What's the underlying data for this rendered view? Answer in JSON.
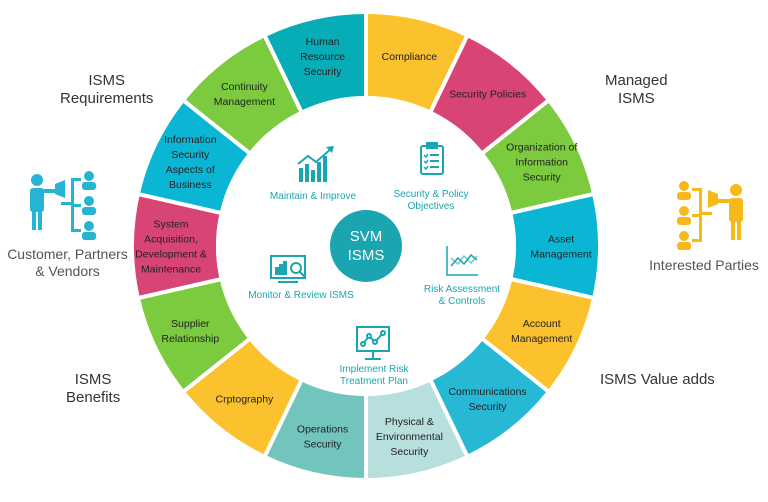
{
  "center": {
    "line1": "SVM",
    "line2": "ISMS"
  },
  "corners": {
    "top_left": [
      "ISMS",
      "Requirements"
    ],
    "top_right": [
      "Managed",
      "ISMS"
    ],
    "bottom_left": [
      "ISMS",
      "Benefits"
    ],
    "bottom_right": [
      "ISMS Value adds"
    ]
  },
  "side_left": {
    "label": [
      "Customer, Partners",
      "& Vendors"
    ],
    "icon": "presenter-team-icon",
    "color": "#25b4d4"
  },
  "side_right": {
    "label": [
      "Interested Parties"
    ],
    "icon": "presenter-team-icon",
    "color": "#f7b918"
  },
  "segments": [
    {
      "lines": [
        "Compliance"
      ],
      "color": "#fbc22d"
    },
    {
      "lines": [
        "Security Policies"
      ],
      "color": "#d84575"
    },
    {
      "lines": [
        "Organization of",
        "Information",
        "Security"
      ],
      "color": "#7ccb3f"
    },
    {
      "lines": [
        "Asset",
        "Management"
      ],
      "color": "#0bb6d4"
    },
    {
      "lines": [
        "Account",
        "Management"
      ],
      "color": "#fbc22d"
    },
    {
      "lines": [
        "Communications",
        "Security"
      ],
      "color": "#27b8d6"
    },
    {
      "lines": [
        "Physical &",
        "Environmental",
        "Security"
      ],
      "color": "#b6dfdd"
    },
    {
      "lines": [
        "Operations",
        "Security"
      ],
      "color": "#72c5bd"
    },
    {
      "lines": [
        "Crptography"
      ],
      "color": "#fbc22d"
    },
    {
      "lines": [
        "Supplier",
        "Relationship"
      ],
      "color": "#7ccb3f"
    },
    {
      "lines": [
        "System",
        "Acquisition,",
        "Development &",
        "Maintenance"
      ],
      "color": "#d84575"
    },
    {
      "lines": [
        "Information",
        "Security",
        "Aspects of",
        "Business"
      ],
      "color": "#0bb6d4"
    },
    {
      "lines": [
        "Continuity",
        "Management"
      ],
      "color": "#7ccb3f"
    },
    {
      "lines": [
        "Human",
        "Resource",
        "Security"
      ],
      "color": "#06adb6"
    }
  ],
  "inner_steps": [
    {
      "lines": [
        "Maintain & Improve"
      ],
      "icon": "growth-chart-icon"
    },
    {
      "lines": [
        "Security & Policy",
        "Objectives"
      ],
      "icon": "clipboard-checklist-icon"
    },
    {
      "lines": [
        "Risk Assessment",
        "& Controls"
      ],
      "icon": "line-graph-icon"
    },
    {
      "lines": [
        "Implement Risk",
        "Treatment Plan"
      ],
      "icon": "monitor-network-icon"
    },
    {
      "lines": [
        "Monitor & Review ISMS"
      ],
      "icon": "monitor-magnifier-icon"
    }
  ],
  "accent": "#1aa5b0"
}
